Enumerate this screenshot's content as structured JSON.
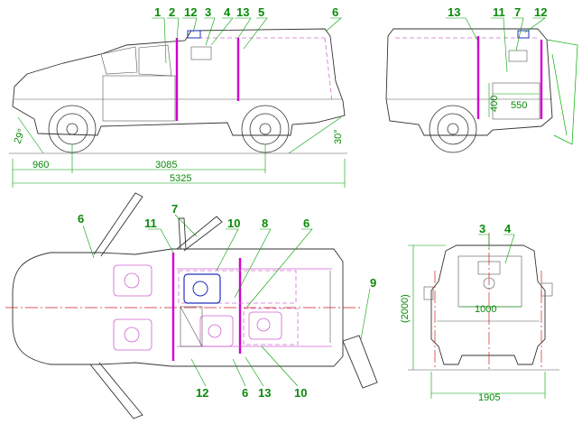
{
  "dimensions": {
    "front_overhang": "960",
    "wheelbase": "3085",
    "overall_length": "5325",
    "approach_angle": "29°",
    "departure_angle": "30°",
    "rear_door_height": "400",
    "rear_door_width": "550",
    "rear_opening_width": "1000",
    "overall_width": "1905",
    "overall_height": "(2000)"
  },
  "callouts": {
    "side": [
      "1",
      "2",
      "12",
      "3",
      "4",
      "13",
      "5",
      "6"
    ],
    "rear_side": [
      "13",
      "11",
      "7",
      "12"
    ],
    "plan_top": [
      "6",
      "7",
      "11",
      "10",
      "8",
      "6",
      "9"
    ],
    "plan_bottom": [
      "12",
      "6",
      "13",
      "10"
    ],
    "rear": [
      "3",
      "4"
    ]
  },
  "colors": {
    "outline": "#333333",
    "partition": "#d000d0",
    "annotation": "#0a8a0a",
    "centerline": "#d02020",
    "light_bar": "#2030c0"
  }
}
